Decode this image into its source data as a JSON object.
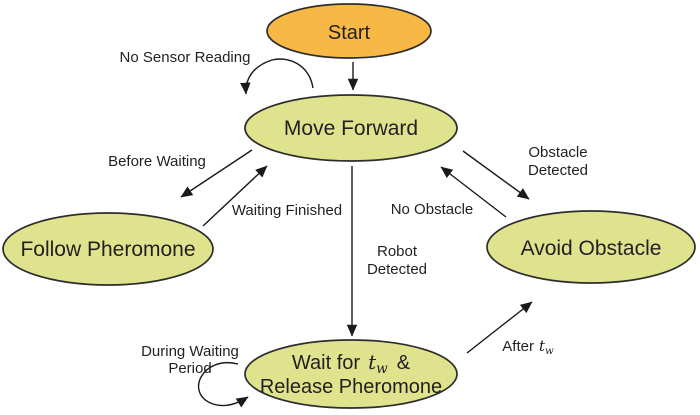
{
  "diagram": {
    "background_color": "#ffffff",
    "outline_color": "#2d2d2d",
    "arrow_color": "#1a1a1a",
    "text_color": "#231f20",
    "nodes": {
      "start": {
        "label": "Start",
        "fill": "#F8B845"
      },
      "move_forward": {
        "label": "Move Forward",
        "fill": "#E0E38D"
      },
      "follow_pheromone": {
        "label": "Follow Pheromone",
        "fill": "#E0E38D"
      },
      "avoid_obstacle": {
        "label": "Avoid Obstacle",
        "fill": "#E0E38D"
      },
      "wait_release": {
        "fill": "#E0E38D",
        "line1_text": "Wait for",
        "line1_var": "t",
        "line1_var_sub": "w",
        "line1_amp": "&",
        "line2_text": "Release Pheromone"
      }
    },
    "edge_labels": {
      "no_sensor_reading": "No Sensor Reading",
      "before_waiting": "Before Waiting",
      "waiting_finished": "Waiting Finished",
      "no_obstacle": "No Obstacle",
      "robot_detected_line1": "Robot",
      "robot_detected_line2": "Detected",
      "obstacle_detected_line1": "Obstacle",
      "obstacle_detected_line2": "Detected",
      "after_prefix": "After",
      "after_var": "t",
      "after_var_sub": "w",
      "during_waiting_line1": "During Waiting",
      "during_waiting_line2": "Period"
    }
  }
}
